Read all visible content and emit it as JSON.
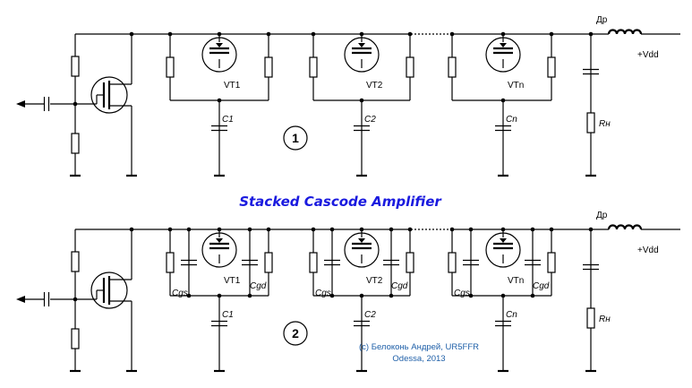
{
  "title": "Stacked Cascode Amplifier",
  "credit": {
    "line1": "(c) Белоконь Андрей, UR5FFR",
    "line2": "Odessa, 2013"
  },
  "supply": {
    "choke": "Др",
    "vdd": "+Vdd"
  },
  "load_resistor": "Rн",
  "stages": [
    {
      "transistor": "VT1",
      "cap": "C1"
    },
    {
      "transistor": "VT2",
      "cap": "C2"
    },
    {
      "transistor": "VTn",
      "cap": "Cn"
    }
  ],
  "parasitics": {
    "cgs": "Cgs",
    "cgd": "Cgd"
  },
  "circuit_numbers": [
    "1",
    "2"
  ],
  "colors": {
    "title": "#1a1adf",
    "credit": "#1e5fa8"
  }
}
